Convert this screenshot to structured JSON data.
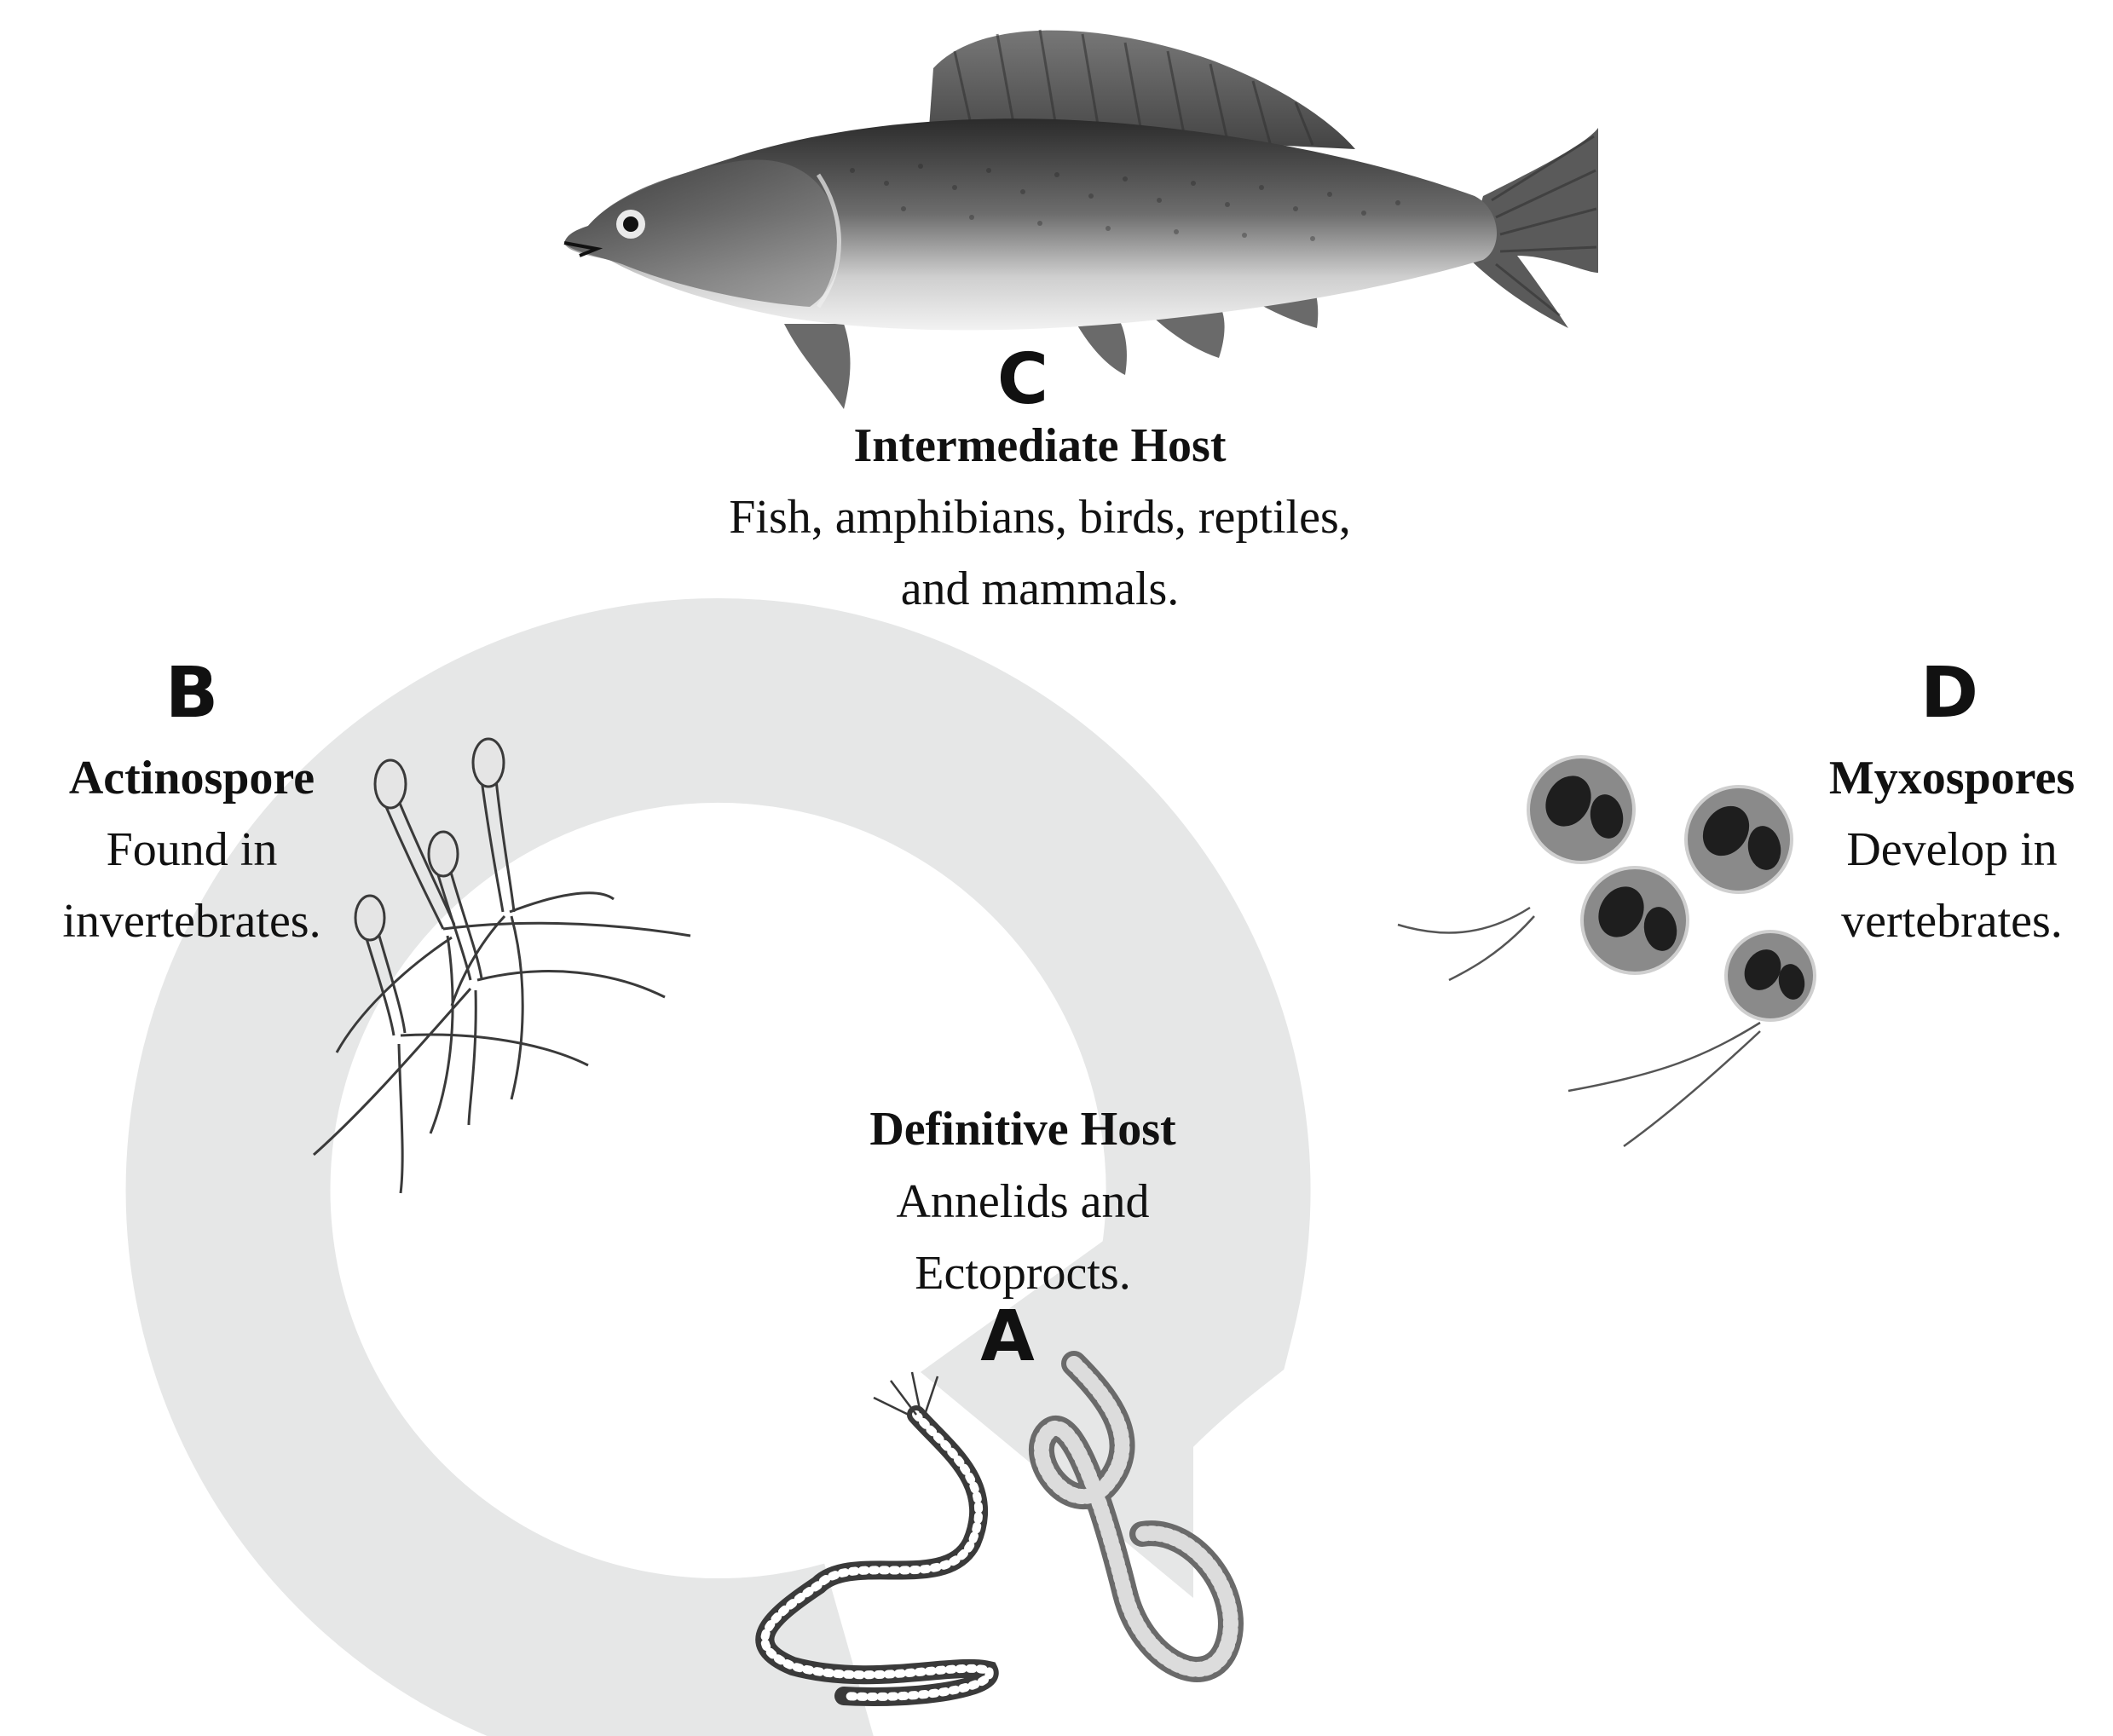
{
  "stages": {
    "a": {
      "letter": "A",
      "title": "Definitive Host",
      "description": "Annelids and\nEctoprocts."
    },
    "b": {
      "letter": "B",
      "title": "Actinospore",
      "description": "Found in\ninvertebrates."
    },
    "c": {
      "letter": "C",
      "title": "Intermediate Host",
      "description": "Fish, amphibians, birds, reptiles,\nand mammals."
    },
    "d": {
      "letter": "D",
      "title": "Myxospores",
      "description": "Develop in\nvertebrates."
    }
  },
  "colors": {
    "cycle_arrow": "#e6e7e7",
    "text": "#111111",
    "myxospore_fill": "#8a8a8a",
    "myxospore_polar": "#1e1e1e"
  },
  "icons": [
    "fish-illustration",
    "actinospore-illustration",
    "myxospore-illustration",
    "annelid-worms-illustration"
  ]
}
